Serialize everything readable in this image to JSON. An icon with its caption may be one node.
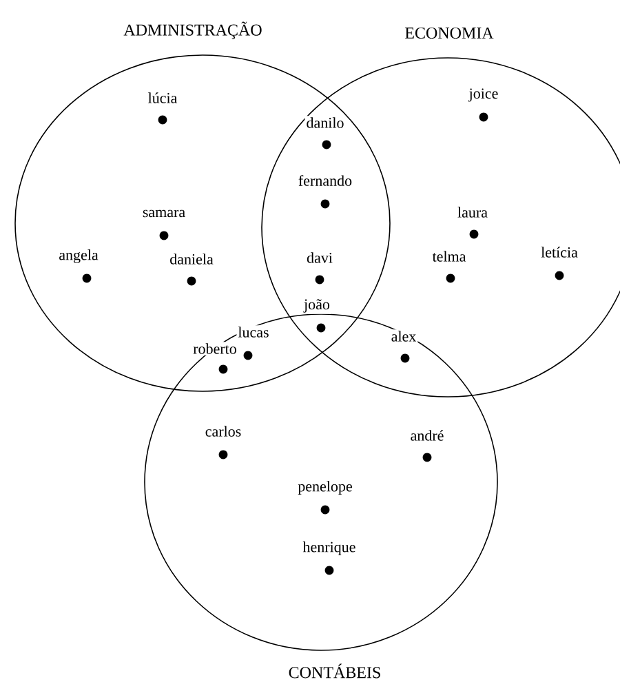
{
  "diagram": {
    "nodes": [
      {
        "text": [
          "ADMINISTRAÇÃO"
        ]
      },
      {
        "text": [
          "ECONOMIA"
        ]
      },
      {
        "text": [
          "CONTÁBEIS"
        ]
      },
      {
        "text": [
          "lúcia"
        ],
        "in": 0
      },
      {
        "text": [
          "joice"
        ],
        "in": 1
      },
      {
        "text": [
          "danilo"
        ]
      },
      {
        "text": [
          "fernando"
        ]
      },
      {
        "text": [
          "samara"
        ],
        "in": 0
      },
      {
        "text": [
          "laura"
        ],
        "in": 1
      },
      {
        "text": [
          "angela"
        ],
        "in": 0
      },
      {
        "text": [
          "daniela"
        ],
        "in": 0
      },
      {
        "text": [
          "davi"
        ]
      },
      {
        "text": [
          "telma"
        ],
        "in": 1
      },
      {
        "text": [
          "letícia"
        ],
        "in": 1
      },
      {
        "text": [
          "joão"
        ]
      },
      {
        "text": [
          "lucas"
        ]
      },
      {
        "text": [
          "roberto"
        ]
      },
      {
        "text": [
          "alex"
        ]
      },
      {
        "text": [
          "carlos"
        ],
        "in": 2
      },
      {
        "text": [
          "andré"
        ],
        "in": 2
      },
      {
        "text": [
          "penelope"
        ],
        "in": 2
      },
      {
        "text": [
          "henrique"
        ],
        "in": 2
      }
    ]
  }
}
